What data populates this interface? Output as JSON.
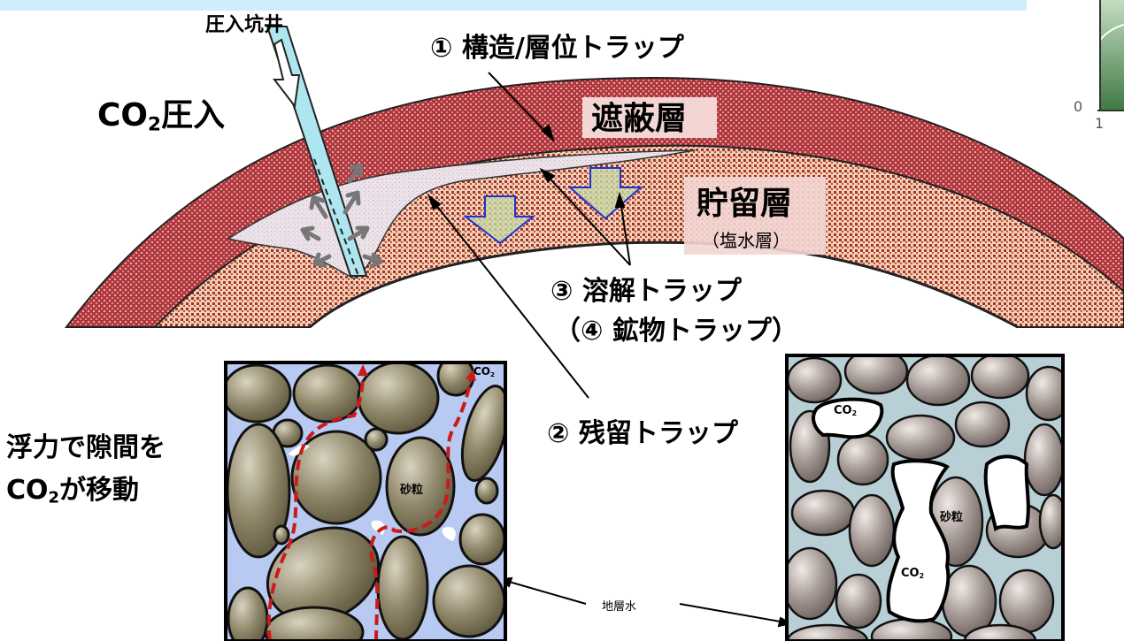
{
  "labels": {
    "injection_well": "圧入坑井",
    "co2_injection_main": "CO",
    "co2_injection_sub": "2",
    "co2_injection_rest": "圧入",
    "trap1": "① 構造/層位トラップ",
    "cap_rock": "遮蔽層",
    "reservoir": "貯留層",
    "reservoir_sub": "（塩水層）",
    "trap3": "③ 溶解トラップ",
    "trap4": "（④ 鉱物トラップ）",
    "trap2": "② 残留トラップ",
    "buoyancy_line1": "浮力で隙間を",
    "buoyancy_line2_main": "CO",
    "buoyancy_line2_sub": "2",
    "buoyancy_line2_rest": "が移動",
    "sand_grain_left": "砂粒",
    "sand_grain_right": "砂粒",
    "co2_left_main": "CO",
    "co2_left_sub": "2",
    "co2_right1_main": "CO",
    "co2_right1_sub": "2",
    "co2_right2_main": "CO",
    "co2_right2_sub": "2",
    "formation_water": "地層水",
    "inset_tick_zero": "0",
    "inset_tick_one": "1"
  },
  "colors": {
    "cap_rock": "#b0373d",
    "reservoir": "#c76a4c",
    "co2_plume": "#e9dfe6",
    "water_left": "#b8c9f2",
    "water_right": "#b9cfd6",
    "grain": "#8c8268",
    "grain_right": "#a39a94",
    "arrow_red": "#cc1a1a",
    "well": "#aee6f0",
    "top_band": "#cdeefa"
  }
}
